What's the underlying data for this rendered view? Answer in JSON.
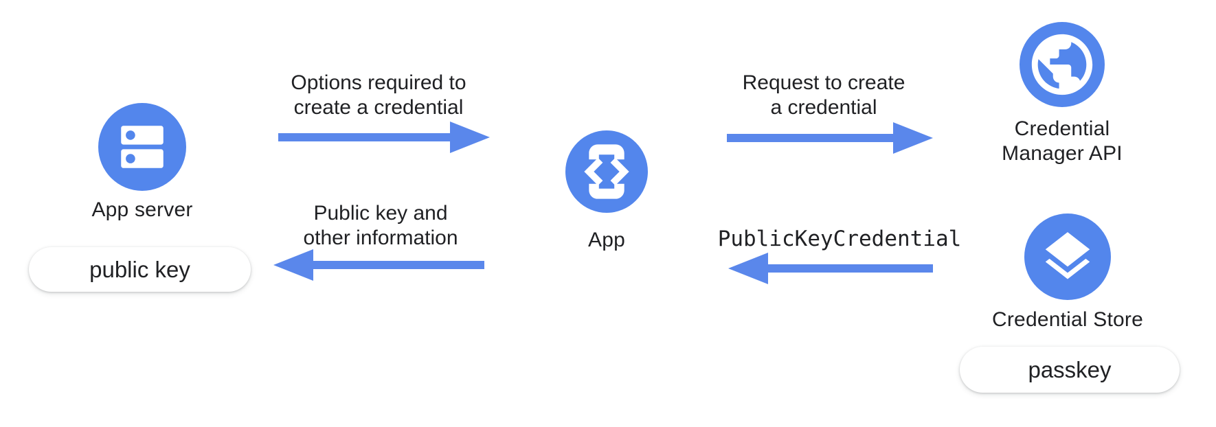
{
  "colors": {
    "node_blue": "#5386EC",
    "arrow_blue": "#5A87EB",
    "label_color": "#202124",
    "pill_bg": "#ffffff"
  },
  "nodes": {
    "app_server": {
      "label": "App server",
      "icon": "dns-server-icon",
      "badge": "public key"
    },
    "app": {
      "label": "App",
      "icon": "phone-code-icon"
    },
    "credential_manager": {
      "label_line1": "Credential",
      "label_line2": "Manager API",
      "icon": "globe-icon"
    },
    "credential_store": {
      "label": "Credential Store",
      "icon": "layers-icon",
      "badge": "passkey"
    }
  },
  "arrows": {
    "options": {
      "direction": "right",
      "from": "App server",
      "to": "App",
      "label_line1": "Options required to",
      "label_line2": "create a credential"
    },
    "request": {
      "direction": "right",
      "from": "App",
      "to": "Credential Manager API",
      "label_line1": "Request to create",
      "label_line2": "a credential"
    },
    "public_key_credential": {
      "direction": "left",
      "from": "Credential Store",
      "to": "App",
      "label_line1": "PublicKeyCredential",
      "style": "code"
    },
    "public_key_info": {
      "direction": "left",
      "from": "App",
      "to": "App server",
      "label_line1": "Public key and",
      "label_line2": "other information"
    }
  }
}
